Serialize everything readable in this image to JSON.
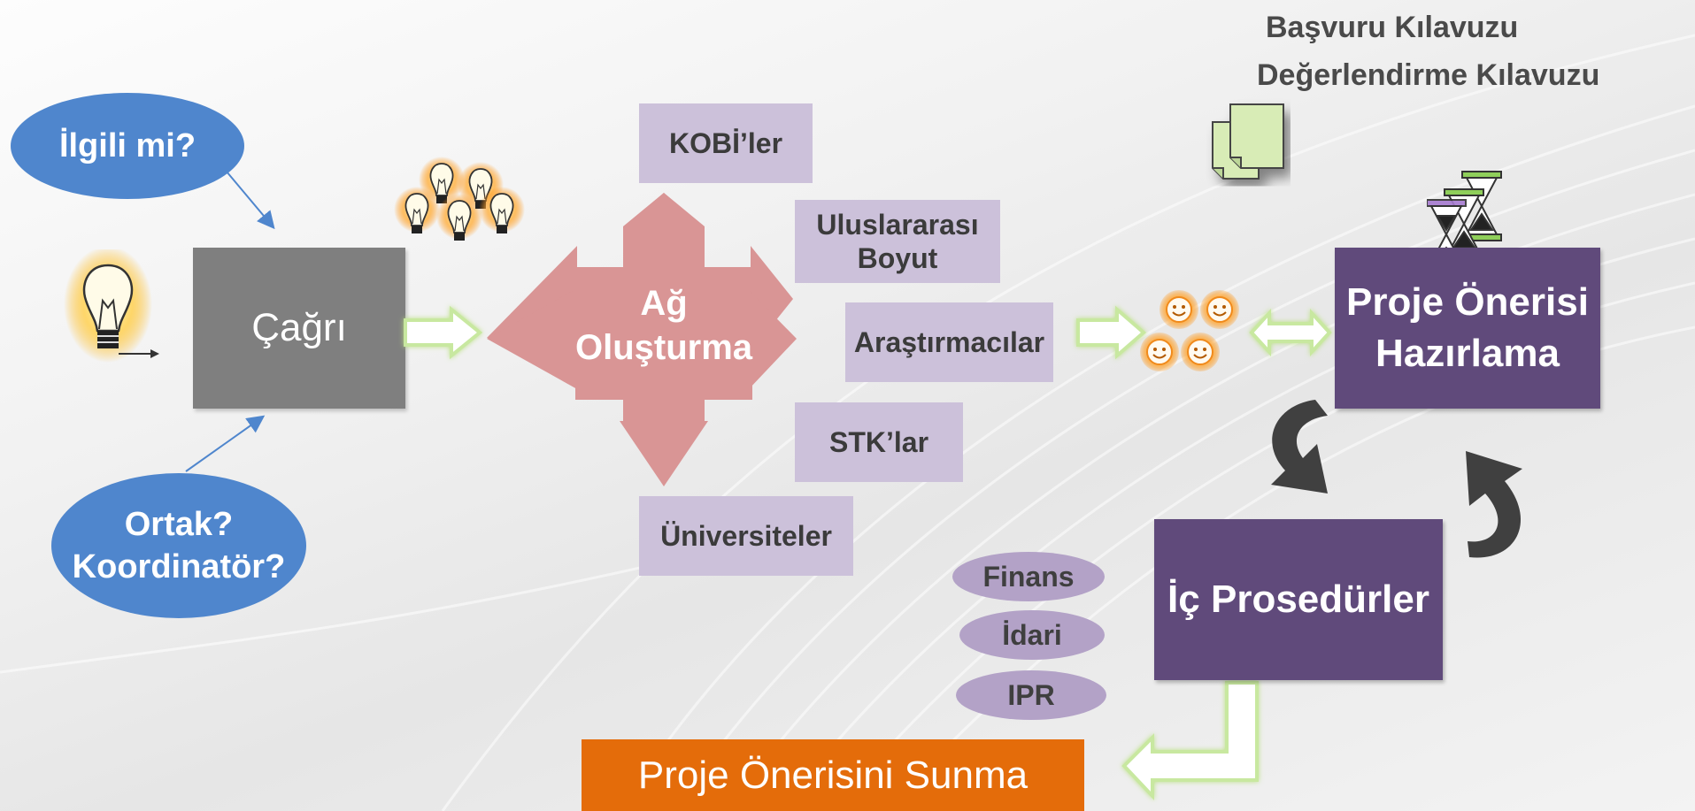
{
  "guides": {
    "line1": "Başvuru Kılavuzu",
    "line2": "Değerlendirme Kılavuzu"
  },
  "question": {
    "relevant": "İlgili mi?",
    "partner_line1": "Ortak?",
    "partner_line2": "Koordinatör?"
  },
  "call": {
    "label": "Çağrı"
  },
  "network": {
    "line1": "Ağ",
    "line2": "Oluşturma"
  },
  "stakeholders": {
    "smes": "KOBİ’ler",
    "international_line1": "Uluslararası",
    "international_line2": "Boyut",
    "researchers": "Araştırmacılar",
    "ngos": "STK’lar",
    "universities": "Üniversiteler"
  },
  "prepare": {
    "line1": "Proje Önerisi",
    "line2": "Hazırlama"
  },
  "internal": {
    "label": "İç Prosedürler"
  },
  "procedures": [
    "Finans",
    "İdari",
    "IPR"
  ],
  "submit": {
    "label": "Proje Önerisini Sunma"
  },
  "icons": [
    "lightbulb-icon",
    "lightbulb-cluster-icon",
    "documents-icon",
    "hourglass-icon",
    "smiley-faces-icon"
  ],
  "colors": {
    "call_box": "#7f7f7f",
    "network_cross": "#d99595",
    "stakeholder_box": "#ccc1da",
    "question_ellipse": "#4f86cd",
    "purple_box": "#604a7b",
    "procedure_pill": "#b3a2c7",
    "submit_box": "#e46c0a",
    "flow_arrow": "#c8e8a0",
    "cycle_arrow": "#404040"
  }
}
